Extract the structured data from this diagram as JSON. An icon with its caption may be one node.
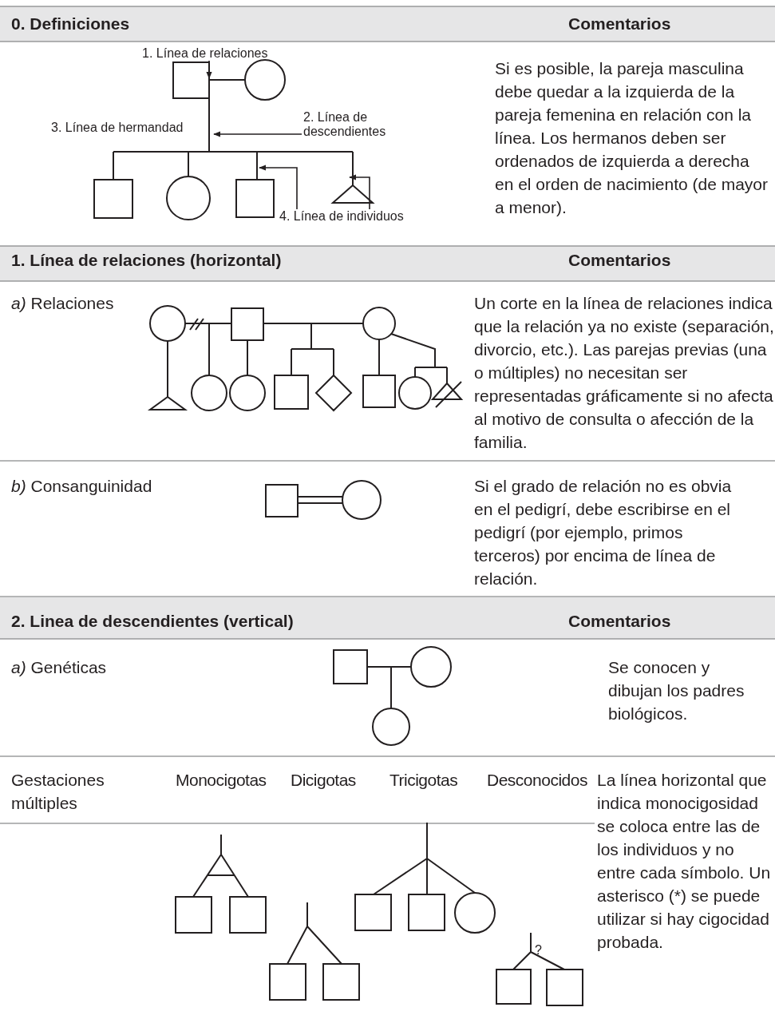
{
  "diagram": {
    "nodes": [
      {
        "text": [
          "1. Línea de relaciones"
        ]
      },
      {
        "text": [
          "2. Línea de descendientes"
        ]
      },
      {
        "text": [
          "4. Línea de individuos"
        ]
      }
    ],
    "edges": [
      {
        "from": 0,
        "to": null,
        "arrow": "to"
      },
      {
        "from": 1,
        "to": null,
        "arrow": "to"
      },
      {
        "from": 2,
        "to": null,
        "arrow": "to"
      },
      {
        "from": 2,
        "to": null,
        "arrow": "to"
      }
    ],
    "labels": [
      "0. Definiciones",
      "Comentarios",
      "3. Línea de hermandad",
      "Si es posible, la pareja masculina debe quedar a la izquierda de la pareja femenina en relación con la línea. Los hermanos deben ser ordenados de izquierda a derecha en el orden de nacimiento (de mayor a menor).",
      "1. Línea de relaciones (horizontal)",
      "Comentarios",
      "*a)* Relaciones",
      "Un corte en la línea de relaciones indica que la relación ya no existe (separación, divorcio, etc.). Las parejas previas (una o múltiples) no necesitan ser representadas gráficamente si no afecta al motivo de consulta o afección de la familia.",
      "*b)* Consanguinidad",
      "Si el grado de relación no es obvia en el pedigrí, debe escribirse en el pedigrí (por ejemplo, primos terceros) por encima de línea de relación.",
      "2. Linea de descendientes (vertical)",
      "Comentarios",
      "*a)* Genéticas",
      "Se conocen y dibujan los padres biológicos.",
      "Gestaciones múltiples",
      "Monocigotas",
      "Dicigotas",
      "Tricigotas",
      "Desconocidos",
      "La línea horizontal que indica monocigosidad se coloca entre las de los individuos y no entre cada símbolo. Un asterisco (*) se puede utilizar si hay cigocidad probada.",
      "?"
    ]
  }
}
